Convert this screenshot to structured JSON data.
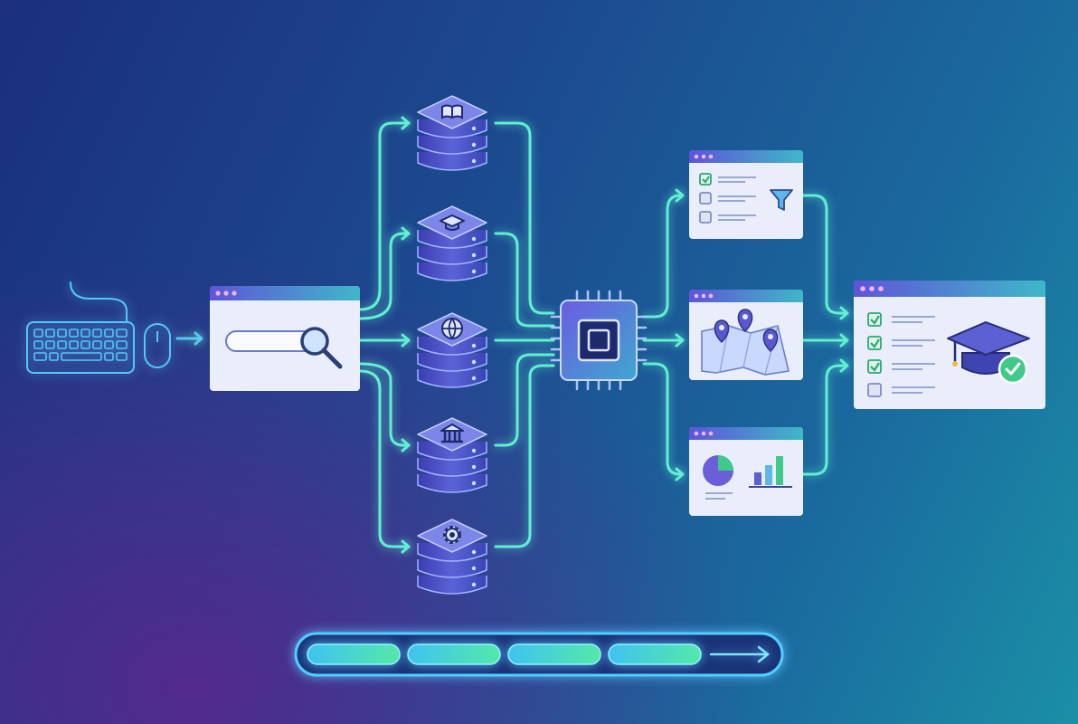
{
  "diagram": {
    "input_devices": [
      "keyboard-icon",
      "mouse-icon"
    ],
    "search_window": {
      "icon": "magnifier-icon"
    },
    "databases": [
      {
        "icon": "book-icon"
      },
      {
        "icon": "graduation-cap-icon"
      },
      {
        "icon": "globe-icon"
      },
      {
        "icon": "bank-icon"
      },
      {
        "icon": "gear-icon"
      }
    ],
    "processor": {
      "icon": "cpu-chip-icon"
    },
    "result_windows": [
      {
        "icon": "filter-icon",
        "content": "checklist"
      },
      {
        "icon": "map-pin-icon",
        "content": "map"
      },
      {
        "icon": "pie-chart-icon",
        "content": "charts"
      }
    ],
    "final_window": {
      "icon": "graduation-cap-check-icon",
      "checked_items": 3,
      "total_items": 4
    },
    "progress": {
      "segments_filled": 4,
      "segments_total": 4,
      "end_icon": "arrow-right-icon"
    },
    "colors": {
      "connector": "#5ff0d0",
      "connector_blue": "#56c8f5",
      "db_top": "#7b86e8",
      "db_body": "#4f52c4",
      "window_bar": "#5f63d6",
      "window_body": "#e9eefa",
      "accent_green": "#3fc98a"
    }
  }
}
